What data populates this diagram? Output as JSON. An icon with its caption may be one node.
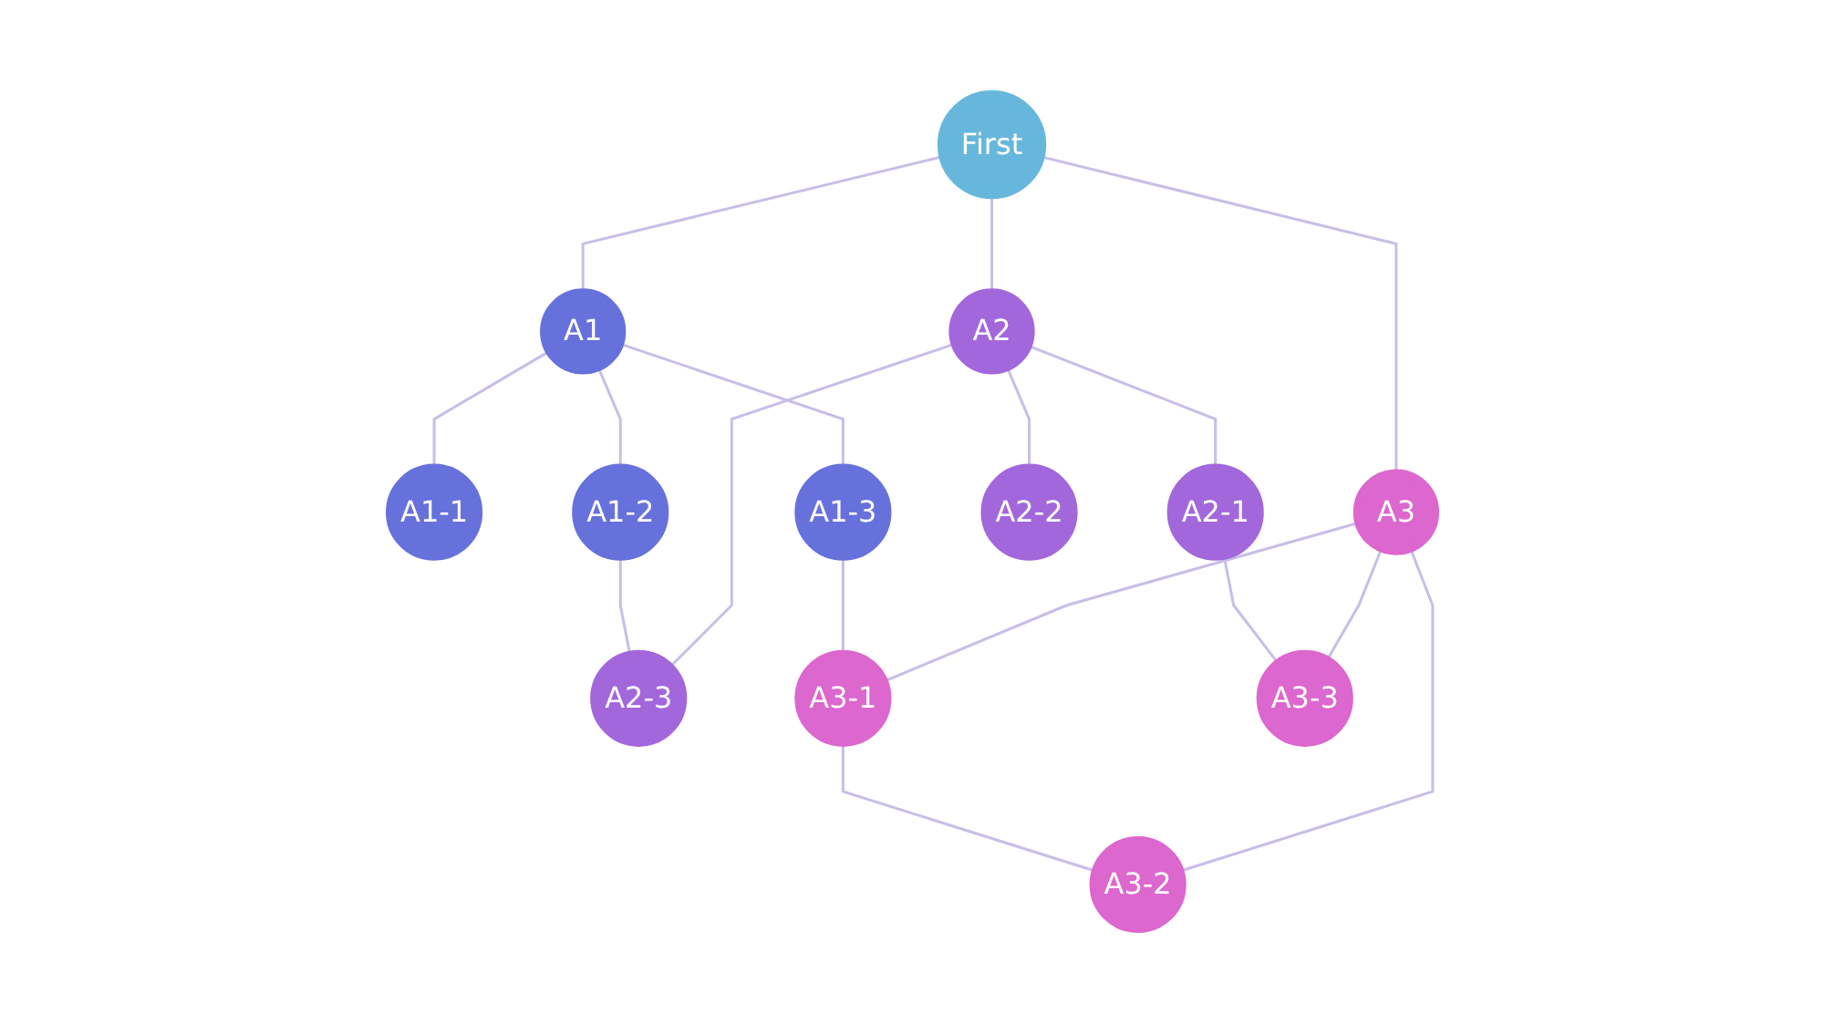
{
  "diagram": {
    "nodes": [
      {
        "text": [
          "First"
        ]
      },
      {
        "text": [
          "A1"
        ]
      },
      {
        "text": [
          "A1-1"
        ]
      },
      {
        "text": [
          "A1-2"
        ]
      },
      {
        "text": [
          "A1-3"
        ]
      },
      {
        "text": [
          "A2"
        ]
      },
      {
        "text": [
          "A2-1"
        ]
      },
      {
        "text": [
          "A2-2"
        ]
      },
      {
        "text": [
          "A2-3"
        ]
      },
      {
        "text": [
          "A3"
        ]
      },
      {
        "text": [
          "A3-1"
        ]
      },
      {
        "text": [
          "A3-2"
        ]
      },
      {
        "text": [
          "A3-3"
        ]
      }
    ],
    "edges": [
      {
        "from": 0,
        "to": 1,
        "arrow": "none"
      },
      {
        "from": 0,
        "to": 5,
        "arrow": "none"
      },
      {
        "from": 0,
        "to": 9,
        "arrow": "none"
      },
      {
        "from": 1,
        "to": 2,
        "arrow": "none"
      },
      {
        "from": 1,
        "to": 3,
        "arrow": "none"
      },
      {
        "from": 1,
        "to": 4,
        "arrow": "none"
      },
      {
        "from": 5,
        "to": 6,
        "arrow": "none"
      },
      {
        "from": 5,
        "to": 7,
        "arrow": "none"
      },
      {
        "from": 5,
        "to": 8,
        "arrow": "none"
      },
      {
        "from": 9,
        "to": 10,
        "arrow": "none"
      },
      {
        "from": 9,
        "to": 11,
        "arrow": "none"
      },
      {
        "from": 9,
        "to": 12,
        "arrow": "none"
      },
      {
        "from": 3,
        "to": 8,
        "arrow": "none"
      },
      {
        "from": 4,
        "to": 10,
        "arrow": "none"
      },
      {
        "from": 6,
        "to": 12,
        "arrow": "none"
      },
      {
        "from": 10,
        "to": 11,
        "arrow": "none"
      }
    ]
  }
}
